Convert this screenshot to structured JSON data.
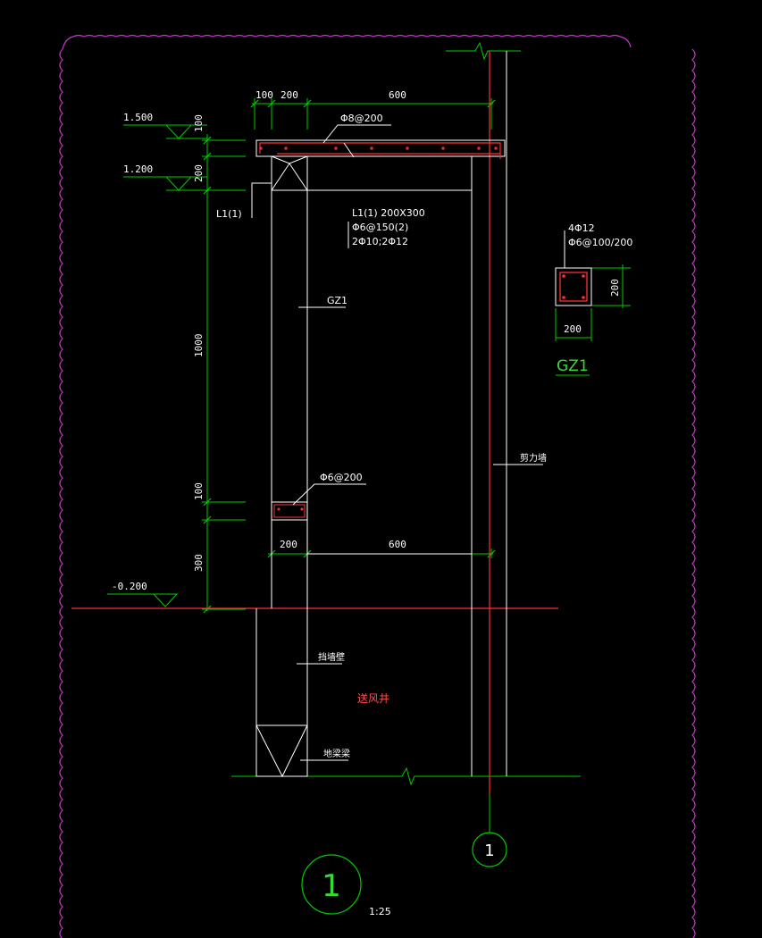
{
  "drawing": {
    "colors": {
      "background": "#000000",
      "border": "#cc33cc",
      "line": "#ffffff",
      "dimension": "#00cc00",
      "axis": "#ff3030",
      "rebar": "#ff3030"
    },
    "dims": {
      "top_100": "100",
      "top_200": "200",
      "top_600": "600",
      "left_100": "100",
      "left_200": "200",
      "left_1000": "1000",
      "left_100b": "100",
      "left_300": "300",
      "mid_200": "200",
      "mid_600": "600"
    },
    "levels": {
      "l1": "1.500",
      "l2": "1.200",
      "l3": "-0.200"
    },
    "labels": {
      "slab_rebar": "Φ8@200",
      "beam_mark": "L1(1)",
      "beam_note": [
        "L1(1) 200X300",
        "Φ6@150(2)",
        "2Φ10;2Φ12"
      ],
      "column_mark": "GZ1",
      "stirrup_note": "Φ6@200",
      "shear_wall": "剪力墙",
      "foundation_wall": "挡墙壁",
      "air_shaft": "送风井",
      "ground_beam": "地梁梁",
      "detail_number": "1",
      "detail_scale": "1:25",
      "axis_number": "1"
    },
    "section": {
      "title": "GZ1",
      "rebar": "4Φ12",
      "stirrup": "Φ6@100/200",
      "width": "200",
      "height": "200"
    }
  }
}
